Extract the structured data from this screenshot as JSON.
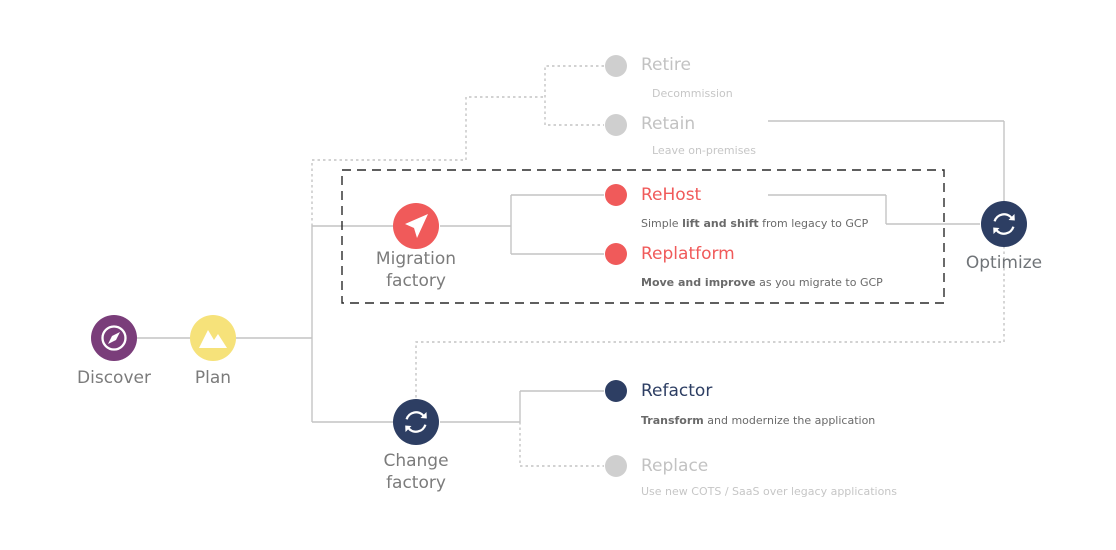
{
  "colors": {
    "discover": "#7a3d7a",
    "plan": "#f6e27a",
    "migration": "#f05a5a",
    "navy": "#2d3e63",
    "dot_gray": "#cfcfcf",
    "line": "#c4c4c4"
  },
  "stages": {
    "discover": {
      "label": "Discover",
      "icon": "compass-icon"
    },
    "plan": {
      "label": "Plan",
      "icon": "mountain-icon"
    },
    "migration": {
      "line1": "Migration",
      "line2": "factory",
      "icon": "paper-plane-icon"
    },
    "change": {
      "line1": "Change",
      "line2": "factory",
      "icon": "refresh-icon"
    },
    "optimize": {
      "label": "Optimize",
      "icon": "refresh-icon"
    }
  },
  "options": {
    "retire": {
      "title": "Retire",
      "desc": "Decommission"
    },
    "retain": {
      "title": "Retain",
      "desc": "Leave on-premises"
    },
    "rehost": {
      "title": "ReHost",
      "desc_pre": "Simple ",
      "desc_bold": "lift and shift",
      "desc_post": " from legacy to GCP"
    },
    "replatform": {
      "title": "Replatform",
      "desc_bold": "Move and improve",
      "desc_post": " as you migrate to GCP"
    },
    "refactor": {
      "title": "Refactor",
      "desc_bold": "Transform",
      "desc_post": " and modernize the application"
    },
    "replace": {
      "title": "Replace",
      "desc": "Use new COTS / SaaS over legacy applications"
    }
  }
}
